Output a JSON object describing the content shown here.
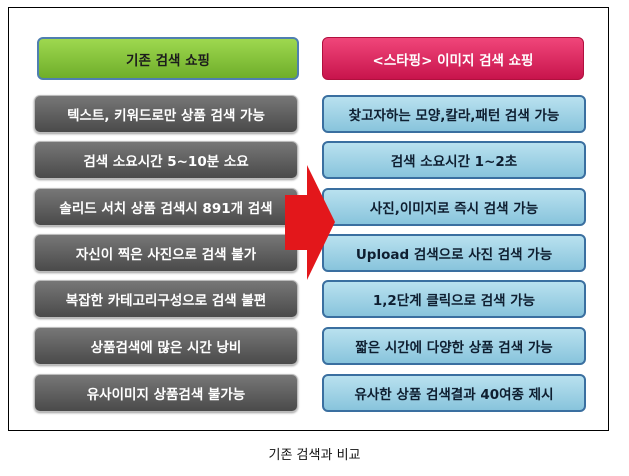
{
  "headers": {
    "left": "기존 검색 쇼핑",
    "right": "<스타핑> 이미지 검색 쇼핑"
  },
  "left_items": [
    "텍스트, 키워드로만 상품 검색 가능",
    "검색 소요시간 5~10분 소요",
    "솔리드 서치 상품 검색시 891개 검색",
    "자신이 찍은 사진으로 검색 불가",
    "복잡한 카테고리구성으로 검색 불편",
    "상품검색에 많은 시간 낭비",
    "유사이미지 상품검색 불가능"
  ],
  "right_items": [
    "찾고자하는 모양,칼라,패턴 검색 가능",
    "검색 소요시간 1~2초",
    "사진,이미지로 즉시 검색 가능",
    "Upload 검색으로 사진 검색 가능",
    "1,2단계 클릭으로 검색 가능",
    "짧은 시간에 다양한 상품 검색 가능",
    "유사한 상품 검색결과 40여종 제시"
  ],
  "caption": "기존 검색과 비교",
  "colors": {
    "left_header": "#8cc63f",
    "right_header": "#e0285e",
    "left_item": "#5a5a5a",
    "right_item": "#a6d4e8",
    "arrow": "#e3171b"
  }
}
